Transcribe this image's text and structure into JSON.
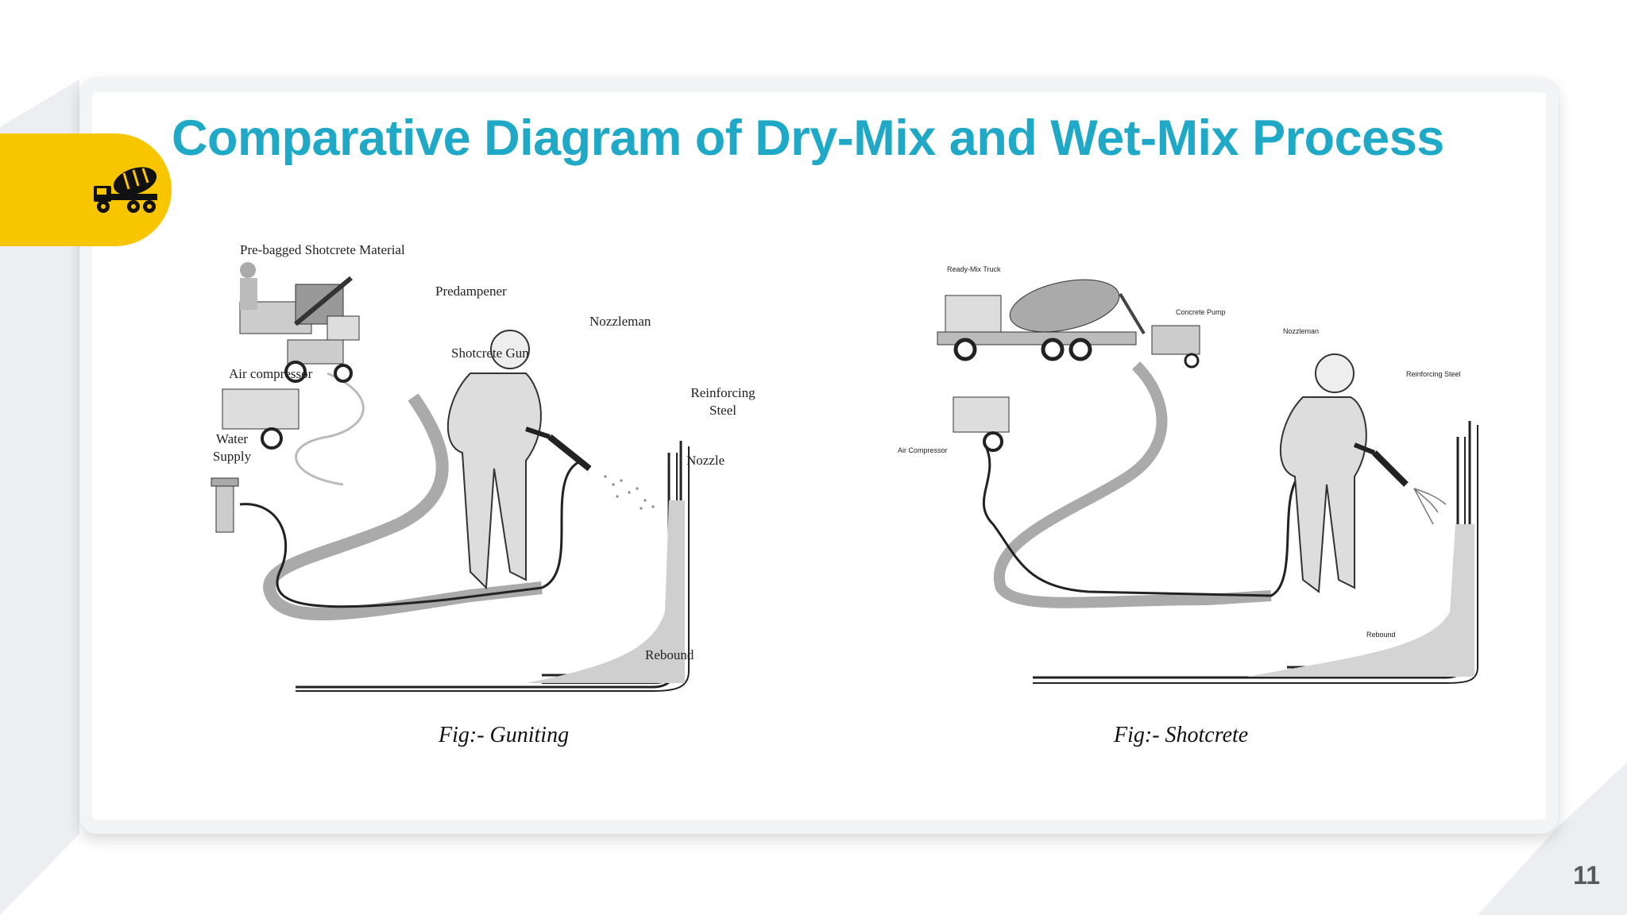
{
  "slide": {
    "title": "Comparative Diagram of Dry-Mix and Wet-Mix Process",
    "page_number": "11",
    "accent_color": "#f7c600",
    "title_color": "#1fa9c6",
    "badge_icon": "concrete-mixer-truck-icon"
  },
  "figures": [
    {
      "caption": "Fig:- Guniting",
      "labels": {
        "material": "Pre-bagged Shotcrete Material",
        "predampener": "Predampener",
        "nozzleman": "Nozzleman",
        "gun": "Shotcrete Gun",
        "compressor": "Air compressor",
        "steel_1": "Reinforcing",
        "steel_2": "Steel",
        "water_1": "Water",
        "water_2": "Supply",
        "nozzle": "Nozzle",
        "rebound": "Rebound"
      }
    },
    {
      "caption": "Fig:- Shotcrete",
      "labels": {
        "truck": "Ready-Mix Truck",
        "pump": "Concrete Pump",
        "nozzleman": "Nozzleman",
        "steel": "Reinforcing Steel",
        "compressor": "Air Compressor",
        "rebound": "Rebound"
      }
    }
  ]
}
